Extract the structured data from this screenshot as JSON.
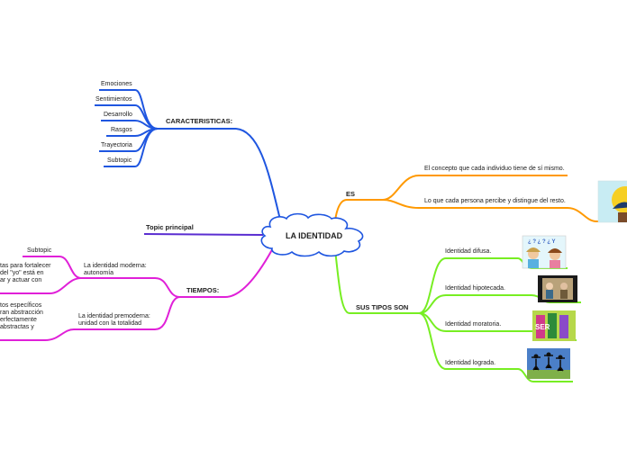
{
  "central": {
    "label": "LA IDENTIDAD"
  },
  "branches": {
    "caracteristicas": {
      "label": "CARACTERISTICAS:",
      "color": "#1f56e0",
      "items": [
        "Emociones",
        "Sentimientos",
        "Desarrollo",
        "Rasgos",
        "Trayectoria",
        "Subtopic"
      ]
    },
    "topic": {
      "label": "Topic principal",
      "color": "#5a2dd1"
    },
    "tiempos": {
      "label": "TIEMPOS:",
      "color": "#e020d8",
      "moderna": {
        "label": "La identidad moderna:\nautonomía",
        "subtopic": "Subtopic",
        "text": "tas para fortalecer\n del \"yo\" está en\nar y actuar con"
      },
      "premoderna": {
        "label": "La identidad premoderna:\nunidad con la totalidad",
        "text": "tos específicos\nran abstracción\nerfectamente\n abstractas y"
      }
    },
    "es": {
      "label": "ES",
      "color": "#ff9900",
      "items": [
        "El concepto que cada individuo tiene de sí mismo.",
        "Lo que cada persona percibe y distingue del resto."
      ]
    },
    "tipos": {
      "label": "SUS TIPOS SON",
      "color": "#77ee22",
      "items": [
        "Identidad difusa.",
        "Identidad hipotecada.",
        "Identidad moratoria.",
        "Identidad lograda."
      ]
    }
  }
}
